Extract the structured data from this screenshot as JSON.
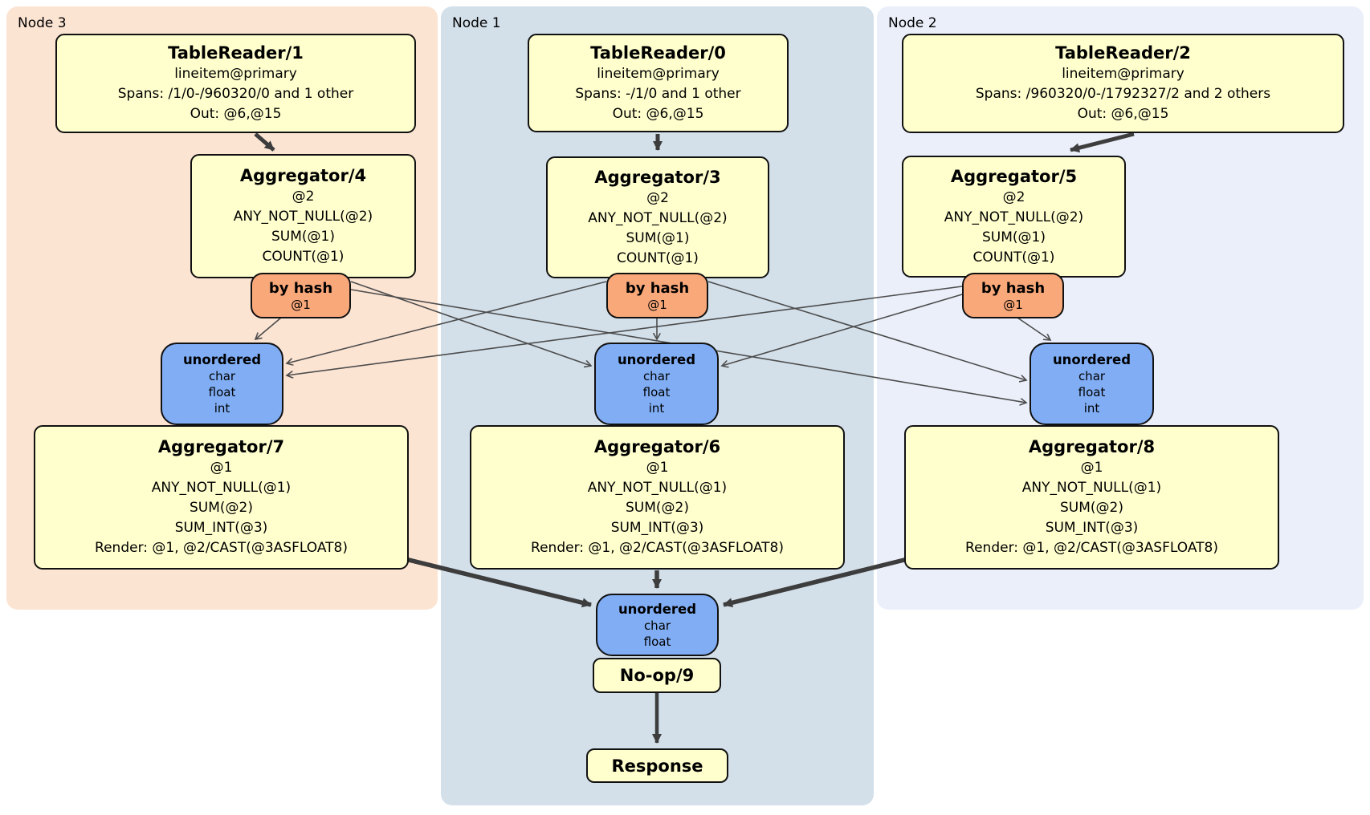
{
  "colors": {
    "region_node3": "#fce4d3",
    "region_node1": "#d3e0ea",
    "region_node2": "#eaeffa",
    "operator_fill": "#ffffce",
    "router_fill": "#f9a87a",
    "sync_fill": "#80adf4",
    "edge_thin": "#4d4d4d",
    "edge_thick": "#3d3d3d"
  },
  "nodes": [
    {
      "label": "Node 3",
      "reader": {
        "title": "TableReader/1",
        "lines": [
          "lineitem@primary",
          "Spans: /1/0-/960320/0 and 1 other",
          "Out: @6,@15"
        ]
      },
      "agg_top": {
        "title": "Aggregator/4",
        "lines": [
          "@2",
          "ANY_NOT_NULL(@2)",
          "SUM(@1)",
          "COUNT(@1)"
        ]
      },
      "router": {
        "title": "by hash",
        "key": "@1"
      },
      "sync": {
        "title": "unordered",
        "lines": [
          "char",
          "float",
          "int"
        ]
      },
      "agg_bottom": {
        "title": "Aggregator/7",
        "lines": [
          "@1",
          "ANY_NOT_NULL(@1)",
          "SUM(@2)",
          "SUM_INT(@3)",
          "Render: @1, @2/CAST(@3ASFLOAT8)"
        ]
      }
    },
    {
      "label": "Node 1",
      "reader": {
        "title": "TableReader/0",
        "lines": [
          "lineitem@primary",
          "Spans: -/1/0 and 1 other",
          "Out: @6,@15"
        ]
      },
      "agg_top": {
        "title": "Aggregator/3",
        "lines": [
          "@2",
          "ANY_NOT_NULL(@2)",
          "SUM(@1)",
          "COUNT(@1)"
        ]
      },
      "router": {
        "title": "by hash",
        "key": "@1"
      },
      "sync": {
        "title": "unordered",
        "lines": [
          "char",
          "float",
          "int"
        ]
      },
      "agg_bottom": {
        "title": "Aggregator/6",
        "lines": [
          "@1",
          "ANY_NOT_NULL(@1)",
          "SUM(@2)",
          "SUM_INT(@3)",
          "Render: @1, @2/CAST(@3ASFLOAT8)"
        ]
      }
    },
    {
      "label": "Node 2",
      "reader": {
        "title": "TableReader/2",
        "lines": [
          "lineitem@primary",
          "Spans: /960320/0-/1792327/2 and 2 others",
          "Out: @6,@15"
        ]
      },
      "agg_top": {
        "title": "Aggregator/5",
        "lines": [
          "@2",
          "ANY_NOT_NULL(@2)",
          "SUM(@1)",
          "COUNT(@1)"
        ]
      },
      "router": {
        "title": "by hash",
        "key": "@1"
      },
      "sync": {
        "title": "unordered",
        "lines": [
          "char",
          "float",
          "int"
        ]
      },
      "agg_bottom": {
        "title": "Aggregator/8",
        "lines": [
          "@1",
          "ANY_NOT_NULL(@1)",
          "SUM(@2)",
          "SUM_INT(@3)",
          "Render: @1, @2/CAST(@3ASFLOAT8)"
        ]
      }
    }
  ],
  "final": {
    "sync": {
      "title": "unordered",
      "lines": [
        "char",
        "float"
      ]
    },
    "noop_label": "No-op/9",
    "response_label": "Response"
  }
}
